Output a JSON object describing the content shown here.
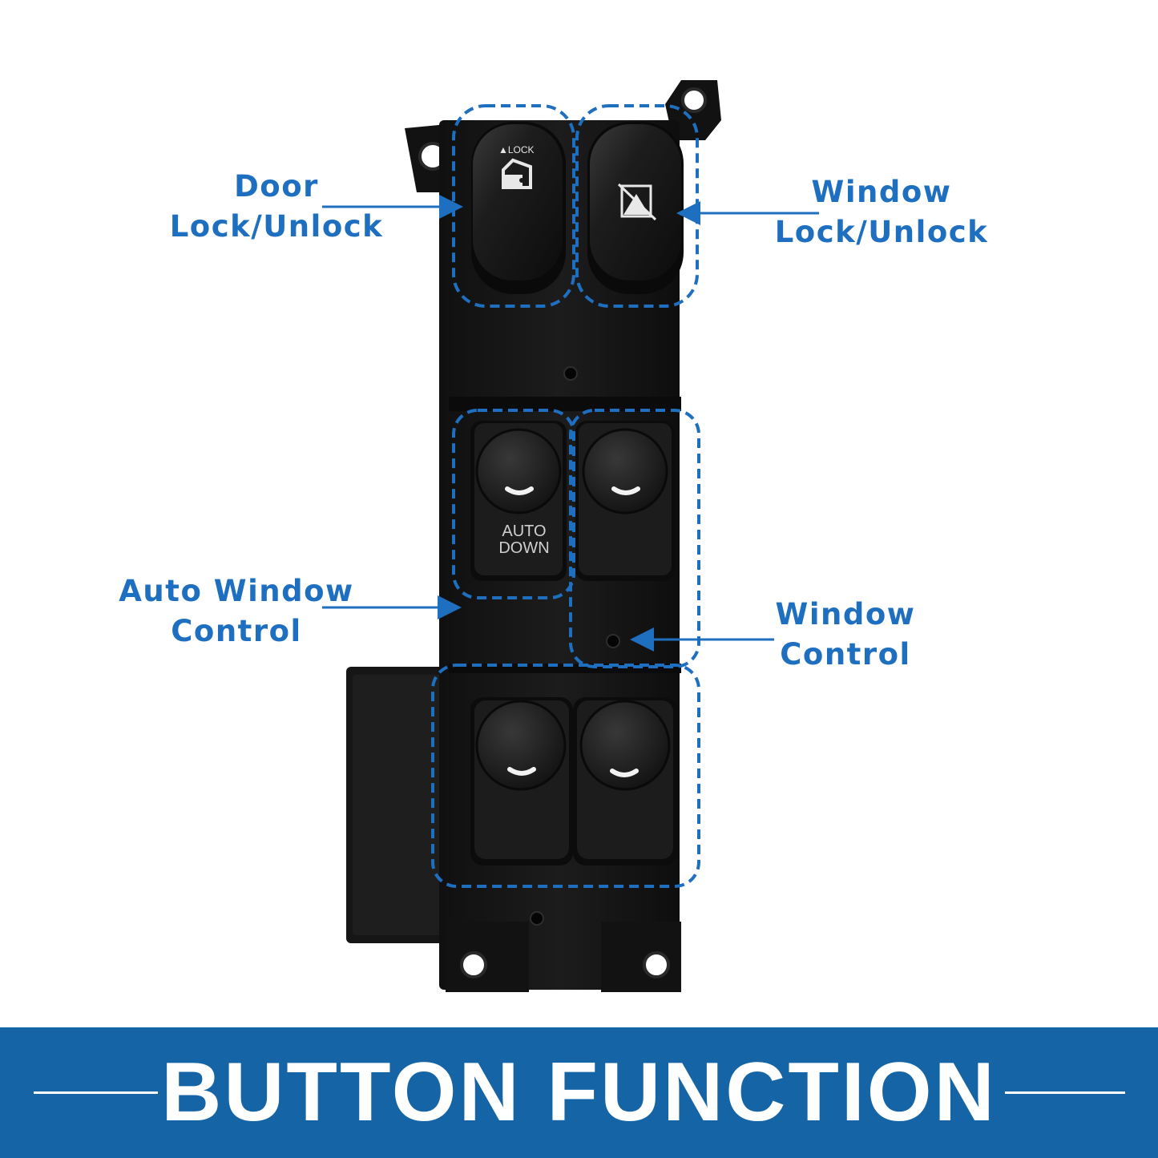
{
  "callouts": {
    "door_lock": [
      "Door",
      "Lock/Unlock"
    ],
    "window_lock": [
      "Window",
      "Lock/Unlock"
    ],
    "auto_window": [
      "Auto Window",
      "Control"
    ],
    "window_control": [
      "Window",
      "Control"
    ]
  },
  "switch_labels": {
    "lock": "▲LOCK",
    "auto": "AUTO",
    "down": "DOWN"
  },
  "banner": {
    "title": "BUTTON FUNCTION"
  },
  "colors": {
    "accent": "#1f6fc0",
    "banner": "#1565a6",
    "housing": "#141414",
    "switch": "#1a1a1a"
  }
}
